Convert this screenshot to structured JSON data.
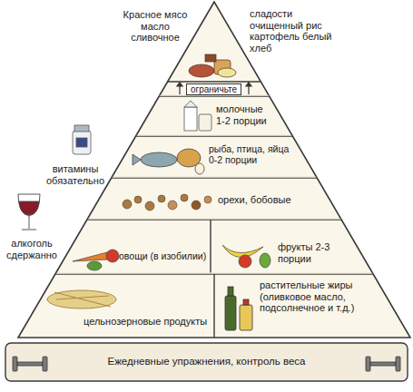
{
  "diagram": {
    "nodes": [
      {
        "text": [
          "Красное мясо масло сливочное",
          "сладости очищенный рис картофель белый хлеб"
        ]
      },
      {
        "text": [
          "ограничьте"
        ]
      },
      {
        "text": [
          "молочные 1-2 порции"
        ]
      },
      {
        "text": [
          "рыба, птица, яйца 0-2 порции"
        ]
      },
      {
        "text": [
          "орехи, бобовые"
        ]
      },
      {
        "text": [
          "овощи (в изобилии)"
        ]
      },
      {
        "text": [
          "фрукты 2-3 порции"
        ]
      },
      {
        "text": [
          "цельнозерновые продукты"
        ]
      },
      {
        "text": [
          "растительные жиры (оливковое масло, подсолнечное и т.д.)"
        ]
      },
      {
        "text": [
          "Ежедневные упражнения, контроль веса"
        ]
      }
    ],
    "labels": [
      "витамины обязательно",
      "алкоголь сдержанно"
    ]
  }
}
